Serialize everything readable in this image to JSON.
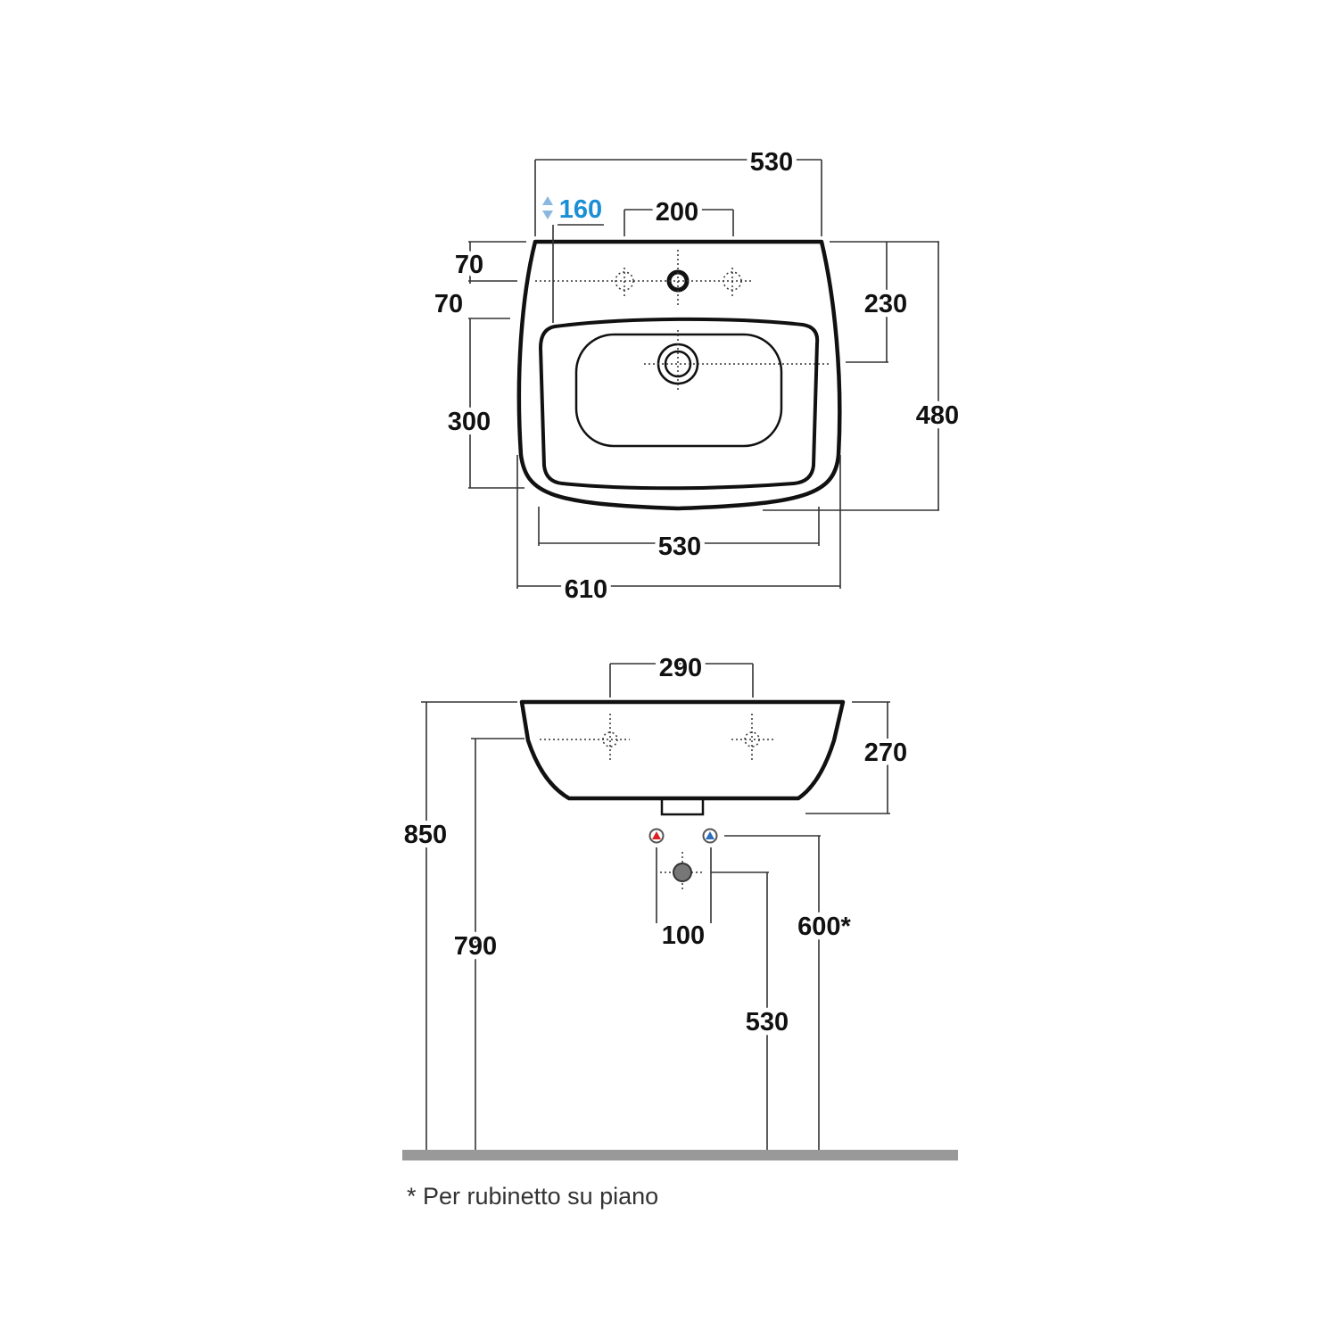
{
  "top_view": {
    "overall_width": "530",
    "tap_height_label": "160",
    "tap_hole_spacing": "200",
    "tap_offset_1": "70",
    "tap_offset_2": "70",
    "bowl_depth": "300",
    "drain_offset": "230",
    "overall_depth": "480",
    "bottom_width": "530",
    "max_width": "610"
  },
  "front_view": {
    "hole_spacing": "290",
    "basin_height": "270",
    "top_height": "850",
    "fixing_height": "790",
    "supply_spacing": "100",
    "supply_height": "600*",
    "drain_height": "530"
  },
  "footnote": "* Per rubinetto su piano",
  "colors": {
    "highlight": "#1a8fd6",
    "hot_supply": "#e02020",
    "cold_supply": "#2a6fc0",
    "floor": "#999999"
  }
}
